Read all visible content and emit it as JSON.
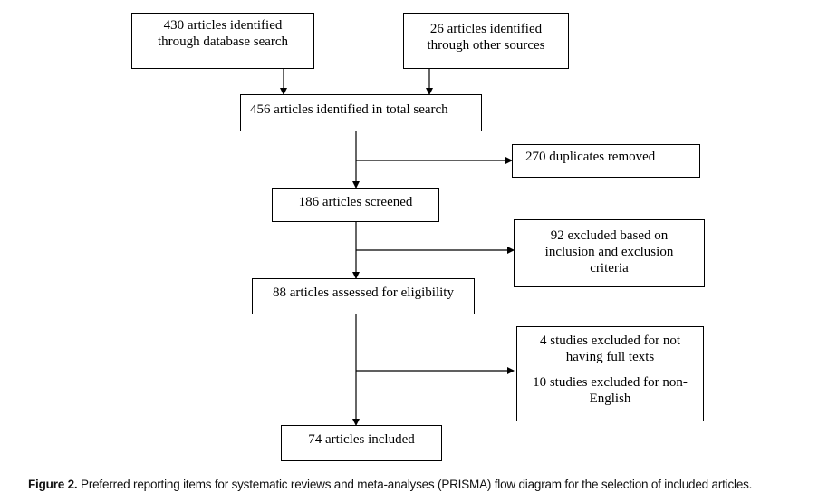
{
  "boxes": {
    "database_search": [
      "430 articles identified",
      "through database search"
    ],
    "other_sources": [
      "26 articles identified",
      "through other sources"
    ],
    "total_search": [
      "456 articles identified in total search"
    ],
    "duplicates": [
      "270 duplicates removed"
    ],
    "screened": [
      "186 articles screened"
    ],
    "excluded_criteria": [
      "92 excluded based on",
      "inclusion and exclusion",
      "criteria"
    ],
    "eligibility": [
      "88 articles assessed for eligibility"
    ],
    "excluded_studies": [
      "4 studies excluded for not",
      "having full texts",
      "",
      "10 studies excluded for non-",
      "English"
    ],
    "included": [
      "74 articles included"
    ]
  },
  "caption": {
    "label": "Figure 2.",
    "text": " Preferred reporting items for systematic reviews and meta-analyses (PRISMA) flow diagram for the selection of included articles."
  }
}
